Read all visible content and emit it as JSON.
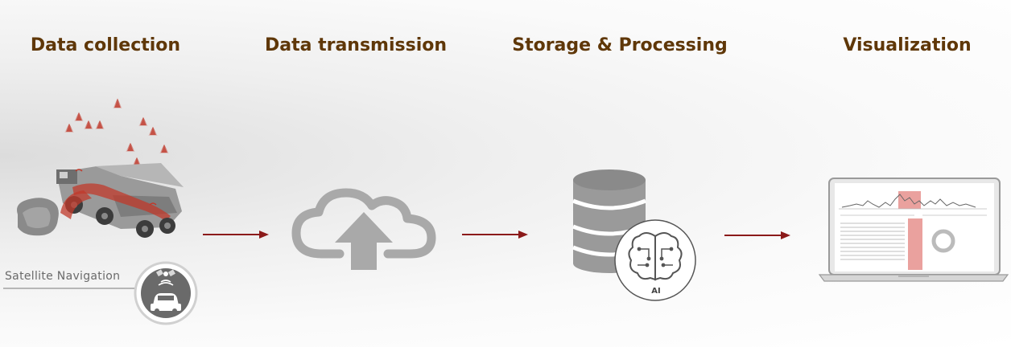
{
  "stages": [
    {
      "title": "Data collection"
    },
    {
      "title": "Data transmission"
    },
    {
      "title": "Storage & Processing"
    },
    {
      "title": "Visualization"
    }
  ],
  "collection": {
    "satellite_label": "Satellite Navigation",
    "icons": [
      "mining-truck-icon",
      "signal-arrow-icon",
      "satellite-car-icon"
    ]
  },
  "transmission": {
    "icon": "cloud-upload-icon"
  },
  "processing": {
    "icon": "database-icon",
    "ai_label": "AI",
    "ai_icon": "brain-circuit-icon"
  },
  "visualization": {
    "icon": "laptop-dashboard-icon"
  },
  "colors": {
    "title": "#5f3708",
    "flow_arrow": "#8b1a1a",
    "signal_arrow": "#c0392b",
    "icon_gray": "#a9a9a9"
  }
}
